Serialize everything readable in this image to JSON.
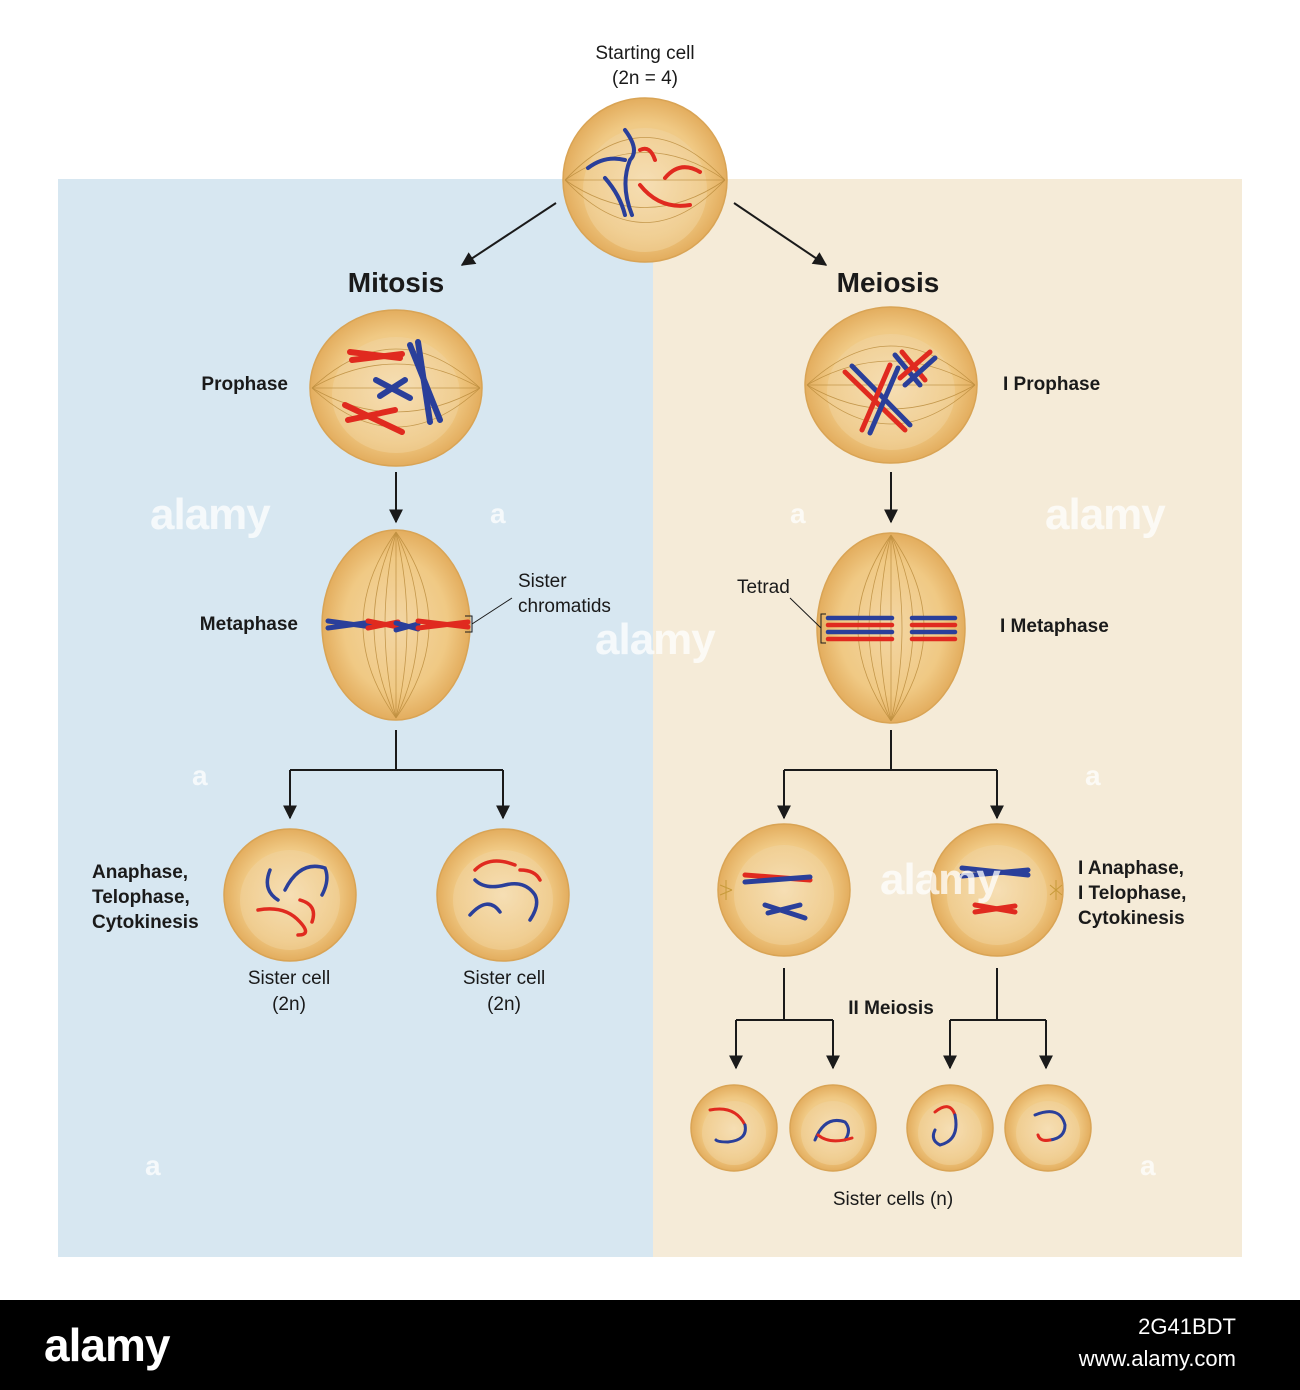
{
  "start": {
    "line1": "Starting cell",
    "line2": "(2n = 4)"
  },
  "mitosis": {
    "title": "Mitosis",
    "prophase": "Prophase",
    "metaphase": "Metaphase",
    "sister_chromatids_1": "Sister",
    "sister_chromatids_2": "chromatids",
    "anaphase_1": "Anaphase,",
    "anaphase_2": "Telophase,",
    "anaphase_3": "Cytokinesis",
    "sister_cell": "Sister cell",
    "ploidy": "(2n)"
  },
  "meiosis": {
    "title": "Meiosis",
    "prophase": "I Prophase",
    "metaphase": "I Metaphase",
    "tetrad": "Tetrad",
    "anaphase_1": "I Anaphase,",
    "anaphase_2": "I Telophase,",
    "anaphase_3": "Cytokinesis",
    "meiosis_ii": "II Meiosis",
    "sister_cells": "Sister cells (n)"
  },
  "watermark": {
    "text": "alamy",
    "small": "a"
  },
  "footer": {
    "logo": "alamy",
    "image_id": "2G41BDT",
    "url": "www.alamy.com"
  },
  "colors": {
    "mitosis_panel": "#d7e7f1",
    "meiosis_panel": "#f5ebd8",
    "cell_fill": "#f4d49a",
    "chromosome_red": "#e02a1f",
    "chromosome_blue": "#2a3f9a"
  }
}
